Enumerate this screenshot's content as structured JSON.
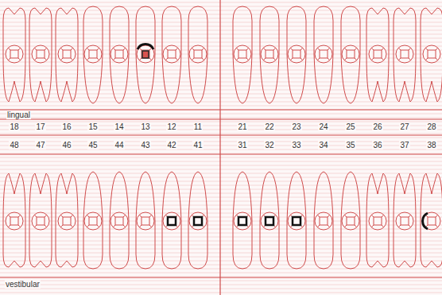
{
  "diagram": {
    "labels": [
      "lingual",
      "18",
      "17",
      "16",
      "15",
      "14",
      "13",
      "12",
      "11",
      "21",
      "22",
      "23",
      "24",
      "25",
      "26",
      "27",
      "28",
      "48",
      "47",
      "46",
      "45",
      "44",
      "43",
      "42",
      "41",
      "31",
      "32",
      "33",
      "34",
      "35",
      "36",
      "37",
      "38",
      "vestibular"
    ]
  }
}
